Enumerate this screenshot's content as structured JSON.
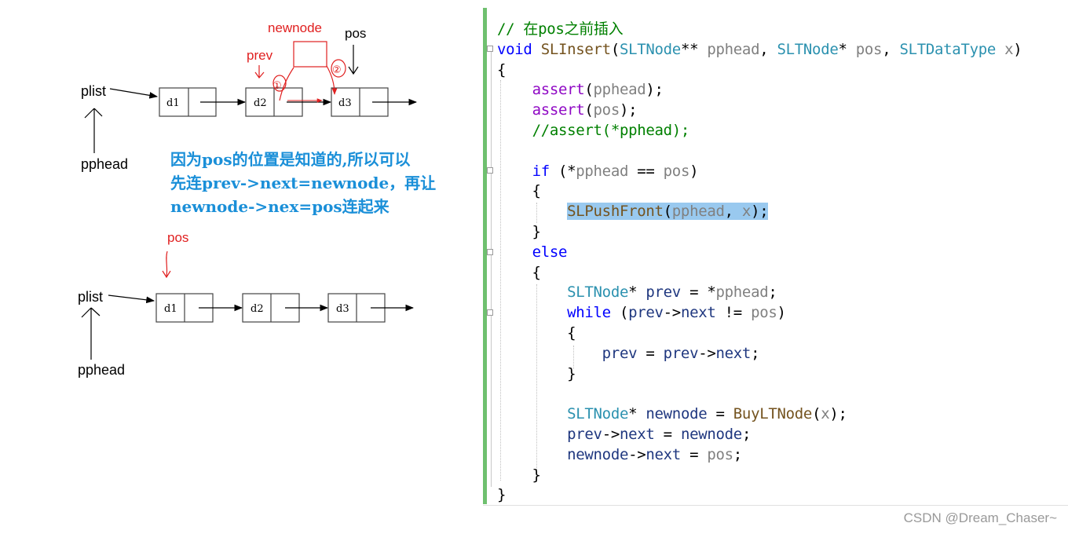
{
  "diagram": {
    "top": {
      "plist_label": "plist",
      "pphead_label": "pphead",
      "nodes": [
        "d1",
        "d2",
        "d3"
      ],
      "annotations": {
        "newnode": "newnode",
        "pos": "pos",
        "prev": "prev",
        "step1": "①",
        "step2": "②"
      }
    },
    "note_lines": [
      "因为pos的位置是知道的,所以可以",
      "先连prev->next=newnode，再让",
      "newnode->nex=pos连起来"
    ],
    "bottom": {
      "plist_label": "plist",
      "pphead_label": "pphead",
      "pos_label": "pos",
      "nodes": [
        "d1",
        "d2",
        "d3"
      ]
    },
    "colors": {
      "annotation_red": "#e02020",
      "note_blue": "#1a8fd8"
    }
  },
  "code": {
    "lines": [
      "// 在pos之前插入",
      "void SLInsert(SLTNode** pphead, SLTNode* pos, SLTDataType x)",
      "{",
      "    assert(pphead);",
      "    assert(pos);",
      "    //assert(*pphead);",
      "",
      "    if (*pphead == pos)",
      "    {",
      "        SLPushFront(pphead, x);",
      "    }",
      "    else",
      "    {",
      "        SLTNode* prev = *pphead;",
      "        while (prev->next != pos)",
      "        {",
      "            prev = prev->next;",
      "        }",
      "",
      "        SLTNode* newnode = BuyLTNode(x);",
      "        prev->next = newnode;",
      "        newnode->next = pos;",
      "    }",
      "}"
    ]
  },
  "watermark": "CSDN @Dream_Chaser~"
}
